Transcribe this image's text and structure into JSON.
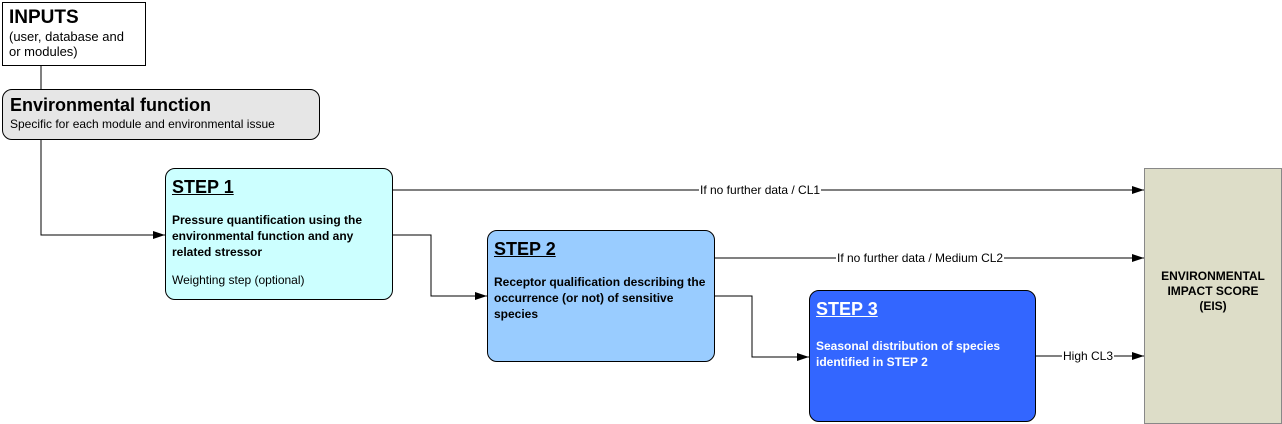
{
  "inputs": {
    "title": "INPUTS",
    "subtitle": "(user, database and or modules)"
  },
  "env_function": {
    "title": "Environmental function",
    "subtitle": "Specific for each module and environmental issue"
  },
  "step1": {
    "title": "STEP 1",
    "body": "Pressure quantification using the environmental function and any related stressor",
    "note": "Weighting step (optional)"
  },
  "step2": {
    "title": "STEP 2",
    "body": "Receptor qualification describing the occurrence (or not) of sensitive species"
  },
  "step3": {
    "title": "STEP 3",
    "body": "Seasonal distribution of species identified in STEP 2"
  },
  "eis": {
    "label": "ENVIRONMENTAL IMPACT SCORE (EIS)"
  },
  "edges": {
    "cl1": "If no further data / CL1",
    "cl2": "If no further data / Medium CL2",
    "cl3": "High CL3"
  },
  "colors": {
    "inputs": "#ffffff",
    "env_function": "#e6e6e6",
    "step1": "#ccffff",
    "step2": "#99ccff",
    "step3": "#3366ff",
    "eis": "#ddddc8"
  }
}
